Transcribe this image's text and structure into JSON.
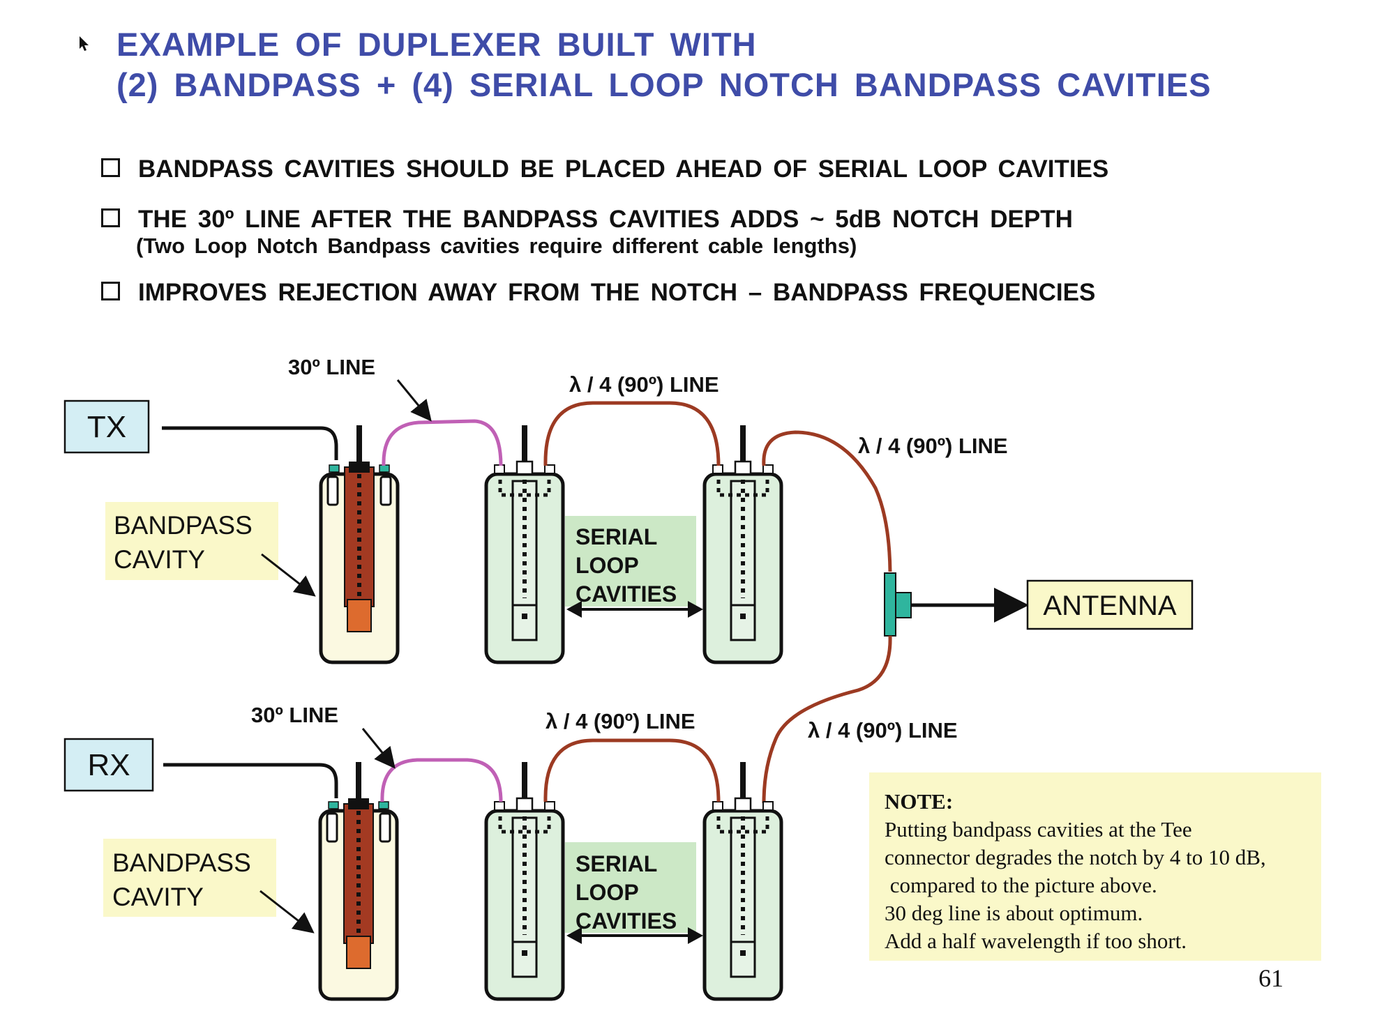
{
  "title": {
    "line1": "EXAMPLE  OF  DUPLEXER  BUILT  WITH",
    "line2": "(2)  BANDPASS  +  (4)  SERIAL  LOOP  NOTCH  BANDPASS  CAVITIES"
  },
  "bullets": [
    "BANDPASS  CAVITIES  SHOULD  BE  PLACED  AHEAD  OF  SERIAL  LOOP  CAVITIES",
    "THE  30º LINE  AFTER  THE  BANDPASS  CAVITIES  ADDS ~ 5dB  NOTCH  DEPTH",
    "IMPROVES  REJECTION  AWAY  FROM  THE  NOTCH – BANDPASS  FREQUENCIES"
  ],
  "bullet2_sub": "(Two  Loop  Notch Bandpass  cavities  require  different  cable  lengths)",
  "diagram": {
    "tx_label": "TX",
    "rx_label": "RX",
    "antenna_label": "ANTENNA",
    "bandpass_line1": "BANDPASS",
    "bandpass_line2": "CAVITY",
    "serial_line1": "SERIAL",
    "serial_line2": "LOOP",
    "serial_line3": "CAVITIES",
    "line_30": "30º LINE",
    "line_quarter": "λ / 4 (90º) LINE"
  },
  "note": {
    "heading": "NOTE:",
    "lines": [
      "Putting  bandpass cavities at the Tee",
      "connector degrades the notch by 4 to 10 dB,",
      " compared to the picture above.",
      "30 deg line is about optimum.",
      "Add a half wavelength if too short."
    ]
  },
  "page_number": "61",
  "colors": {
    "title": "#3F4CA8",
    "label_box_blue": "#D4EEF4",
    "label_box_yellow": "#FAF8C9",
    "serial_box_green": "#CCE8C6",
    "bandpass_body": "#FBF9E1",
    "bandpass_rod": "#A33A22",
    "bandpass_probe": "#DD6B2E",
    "serial_body": "#DDF0DD",
    "line_30_color": "#C060B5",
    "line_quarter_color": "#9C3A22",
    "tee_color": "#2FB59E"
  }
}
